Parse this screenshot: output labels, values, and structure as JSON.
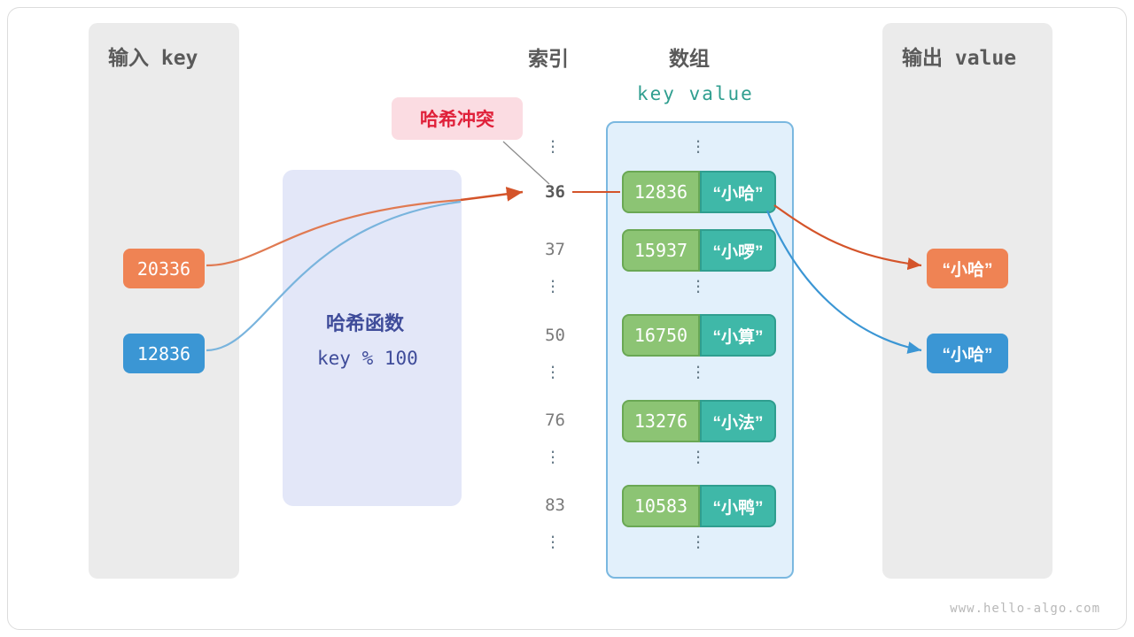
{
  "diagram": {
    "watermark": "www.hello-algo.com",
    "input_panel": {
      "title": "输入 key"
    },
    "output_panel": {
      "title": "输出 value"
    },
    "headers": {
      "index": "索引",
      "array": "数组",
      "kv": "key  value"
    },
    "hash_function": {
      "title": "哈希函数",
      "formula": "key % 100"
    },
    "collision_badge": "哈希冲突",
    "input_keys": [
      {
        "label": "20336",
        "color": "#ef8354"
      },
      {
        "label": "12836",
        "color": "#3b96d4"
      }
    ],
    "outputs": [
      {
        "label": "“小哈”",
        "color": "#ef8354"
      },
      {
        "label": "“小哈”",
        "color": "#3b96d4"
      }
    ],
    "buckets": [
      {
        "index": "36",
        "key": "12836",
        "value": "“小哈”",
        "highlight": true
      },
      {
        "index": "37",
        "key": "15937",
        "value": "“小啰”",
        "highlight": false
      },
      {
        "index": "50",
        "key": "16750",
        "value": "“小算”",
        "highlight": false
      },
      {
        "index": "76",
        "key": "13276",
        "value": "“小法”",
        "highlight": false
      },
      {
        "index": "83",
        "key": "10583",
        "value": "“小鸭”",
        "highlight": false
      }
    ],
    "colors": {
      "key_cell": "#8cc474",
      "value_cell": "#3fb8a8",
      "array_bg": "#e2f0fb",
      "panel_bg": "#ebebeb",
      "hash_bg": "#e3e7f8",
      "orange": "#ef8354",
      "blue": "#3b96d4",
      "badge_text": "#e0213a"
    }
  }
}
